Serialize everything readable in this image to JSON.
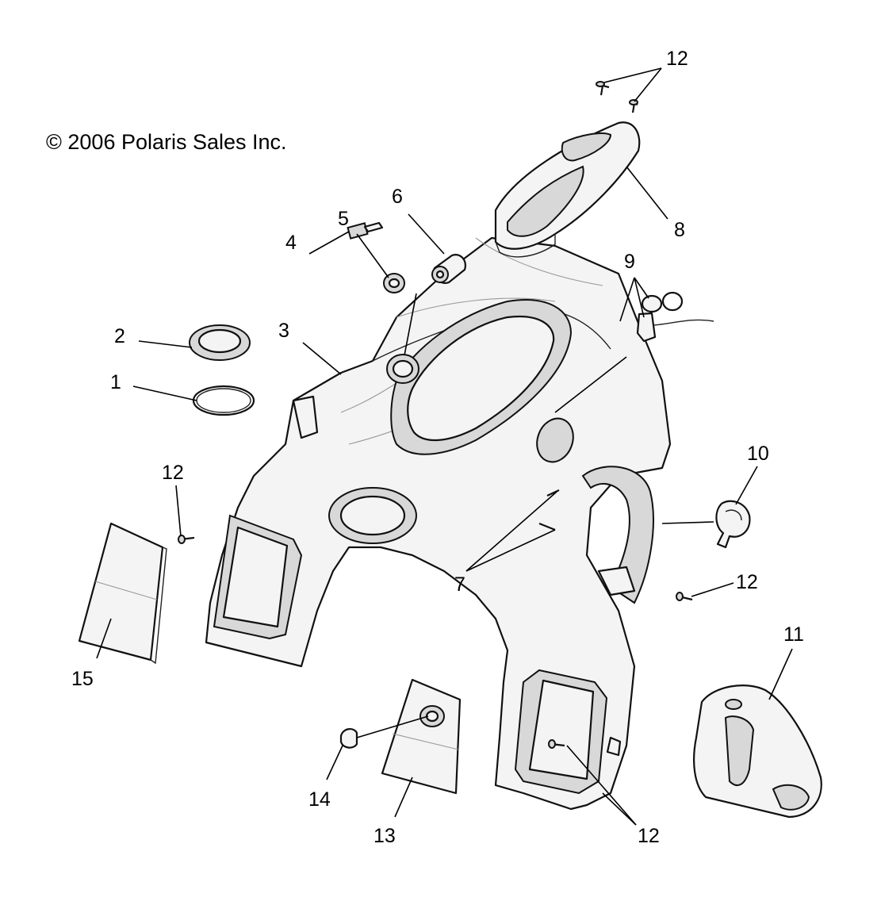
{
  "copyright": "© 2006 Polaris Sales Inc.",
  "callouts": {
    "c1": "1",
    "c2": "2",
    "c3": "3",
    "c4": "4",
    "c5": "5",
    "c6": "6",
    "c7": "7",
    "c8": "8",
    "c9": "9",
    "c10": "10",
    "c11": "11",
    "c12a": "12",
    "c12b": "12",
    "c12c": "12",
    "c12d": "12",
    "c13": "13",
    "c14": "14",
    "c15": "15"
  }
}
